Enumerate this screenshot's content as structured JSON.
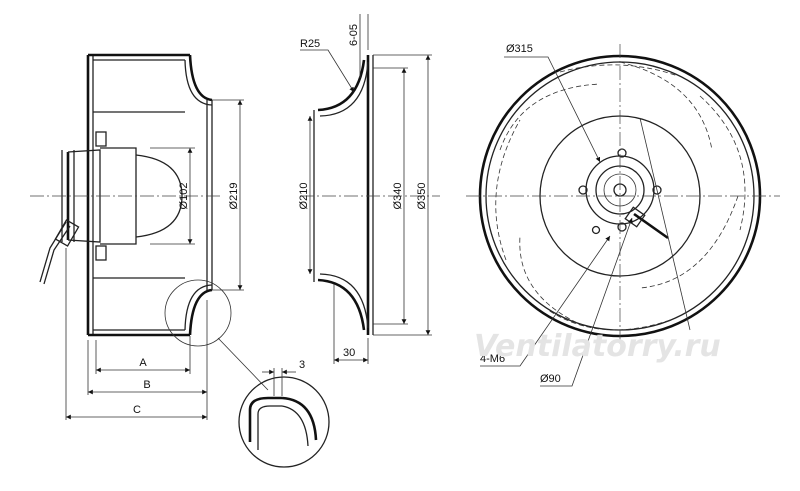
{
  "watermark": "Ventilatorry.ru",
  "side_view": {
    "dims": {
      "d1": "Ø102",
      "d2": "Ø219",
      "a": "A",
      "b": "B",
      "c": "C"
    }
  },
  "detail_view": {
    "dim": "3"
  },
  "section_view": {
    "dims": {
      "r": "R25",
      "gap": "6-05",
      "d1": "Ø210",
      "d2": "Ø340",
      "d3": "Ø350",
      "w": "30"
    }
  },
  "front_view": {
    "dims": {
      "d1": "Ø315",
      "holes": "4-M6",
      "d2": "Ø90"
    }
  }
}
